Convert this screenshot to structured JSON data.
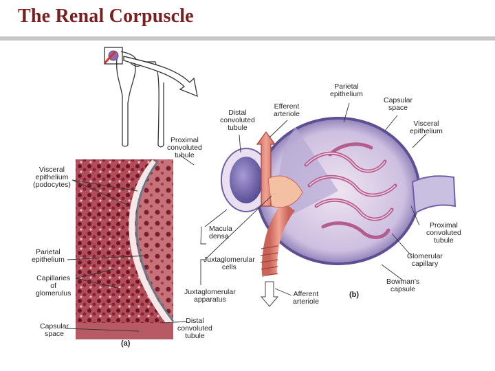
{
  "title": "The Renal Corpuscle",
  "labels": {
    "parietal_epithelium_b": [
      "Parietal",
      "epithelium"
    ],
    "capsular_space_b": [
      "Capsular",
      "space"
    ],
    "efferent_arteriole": [
      "Efferent",
      "arteriole"
    ],
    "distal_tubule_top": [
      "Distal",
      "convoluted",
      "tubule"
    ],
    "visceral_epithelium_b": [
      "Visceral",
      "epithelium"
    ],
    "proximal_tubule_top": [
      "Proximal",
      "convoluted",
      "tubule"
    ],
    "visceral_podocytes": [
      "Visceral",
      "epithelium",
      "(podocytes)"
    ],
    "macula_densa": [
      "Macula",
      "densa"
    ],
    "proximal_tubule_right": [
      "Proximal",
      "convoluted",
      "tubule"
    ],
    "parietal_epithelium_a": [
      "Parietal",
      "epithelium"
    ],
    "jg_cells": [
      "Juxtaglomerular",
      "cells"
    ],
    "glomerular_capillary": [
      "Glomerular",
      "capillary"
    ],
    "capillaries_glomerulus": [
      "Capillaries",
      "of",
      "glomerulus"
    ],
    "bowmans_capsule": [
      "Bowman's",
      "capsule"
    ],
    "jg_apparatus": [
      "Juxtaglomerular",
      "apparatus"
    ],
    "afferent_arteriole": [
      "Afferent",
      "arteriole"
    ],
    "panel_b": "(b)",
    "capsular_space_a": [
      "Capsular",
      "space"
    ],
    "distal_tubule_bottom": [
      "Distal",
      "convoluted",
      "tubule"
    ],
    "panel_a": "(a)"
  },
  "colors": {
    "title": "#7a1f1f",
    "micrograph_bg": "#c96b6b",
    "tissue_dark": "#7a1a2a",
    "capsule": "#6f5fa5",
    "arteriole": "#e28a7a",
    "capillary": "#c98ab0"
  }
}
